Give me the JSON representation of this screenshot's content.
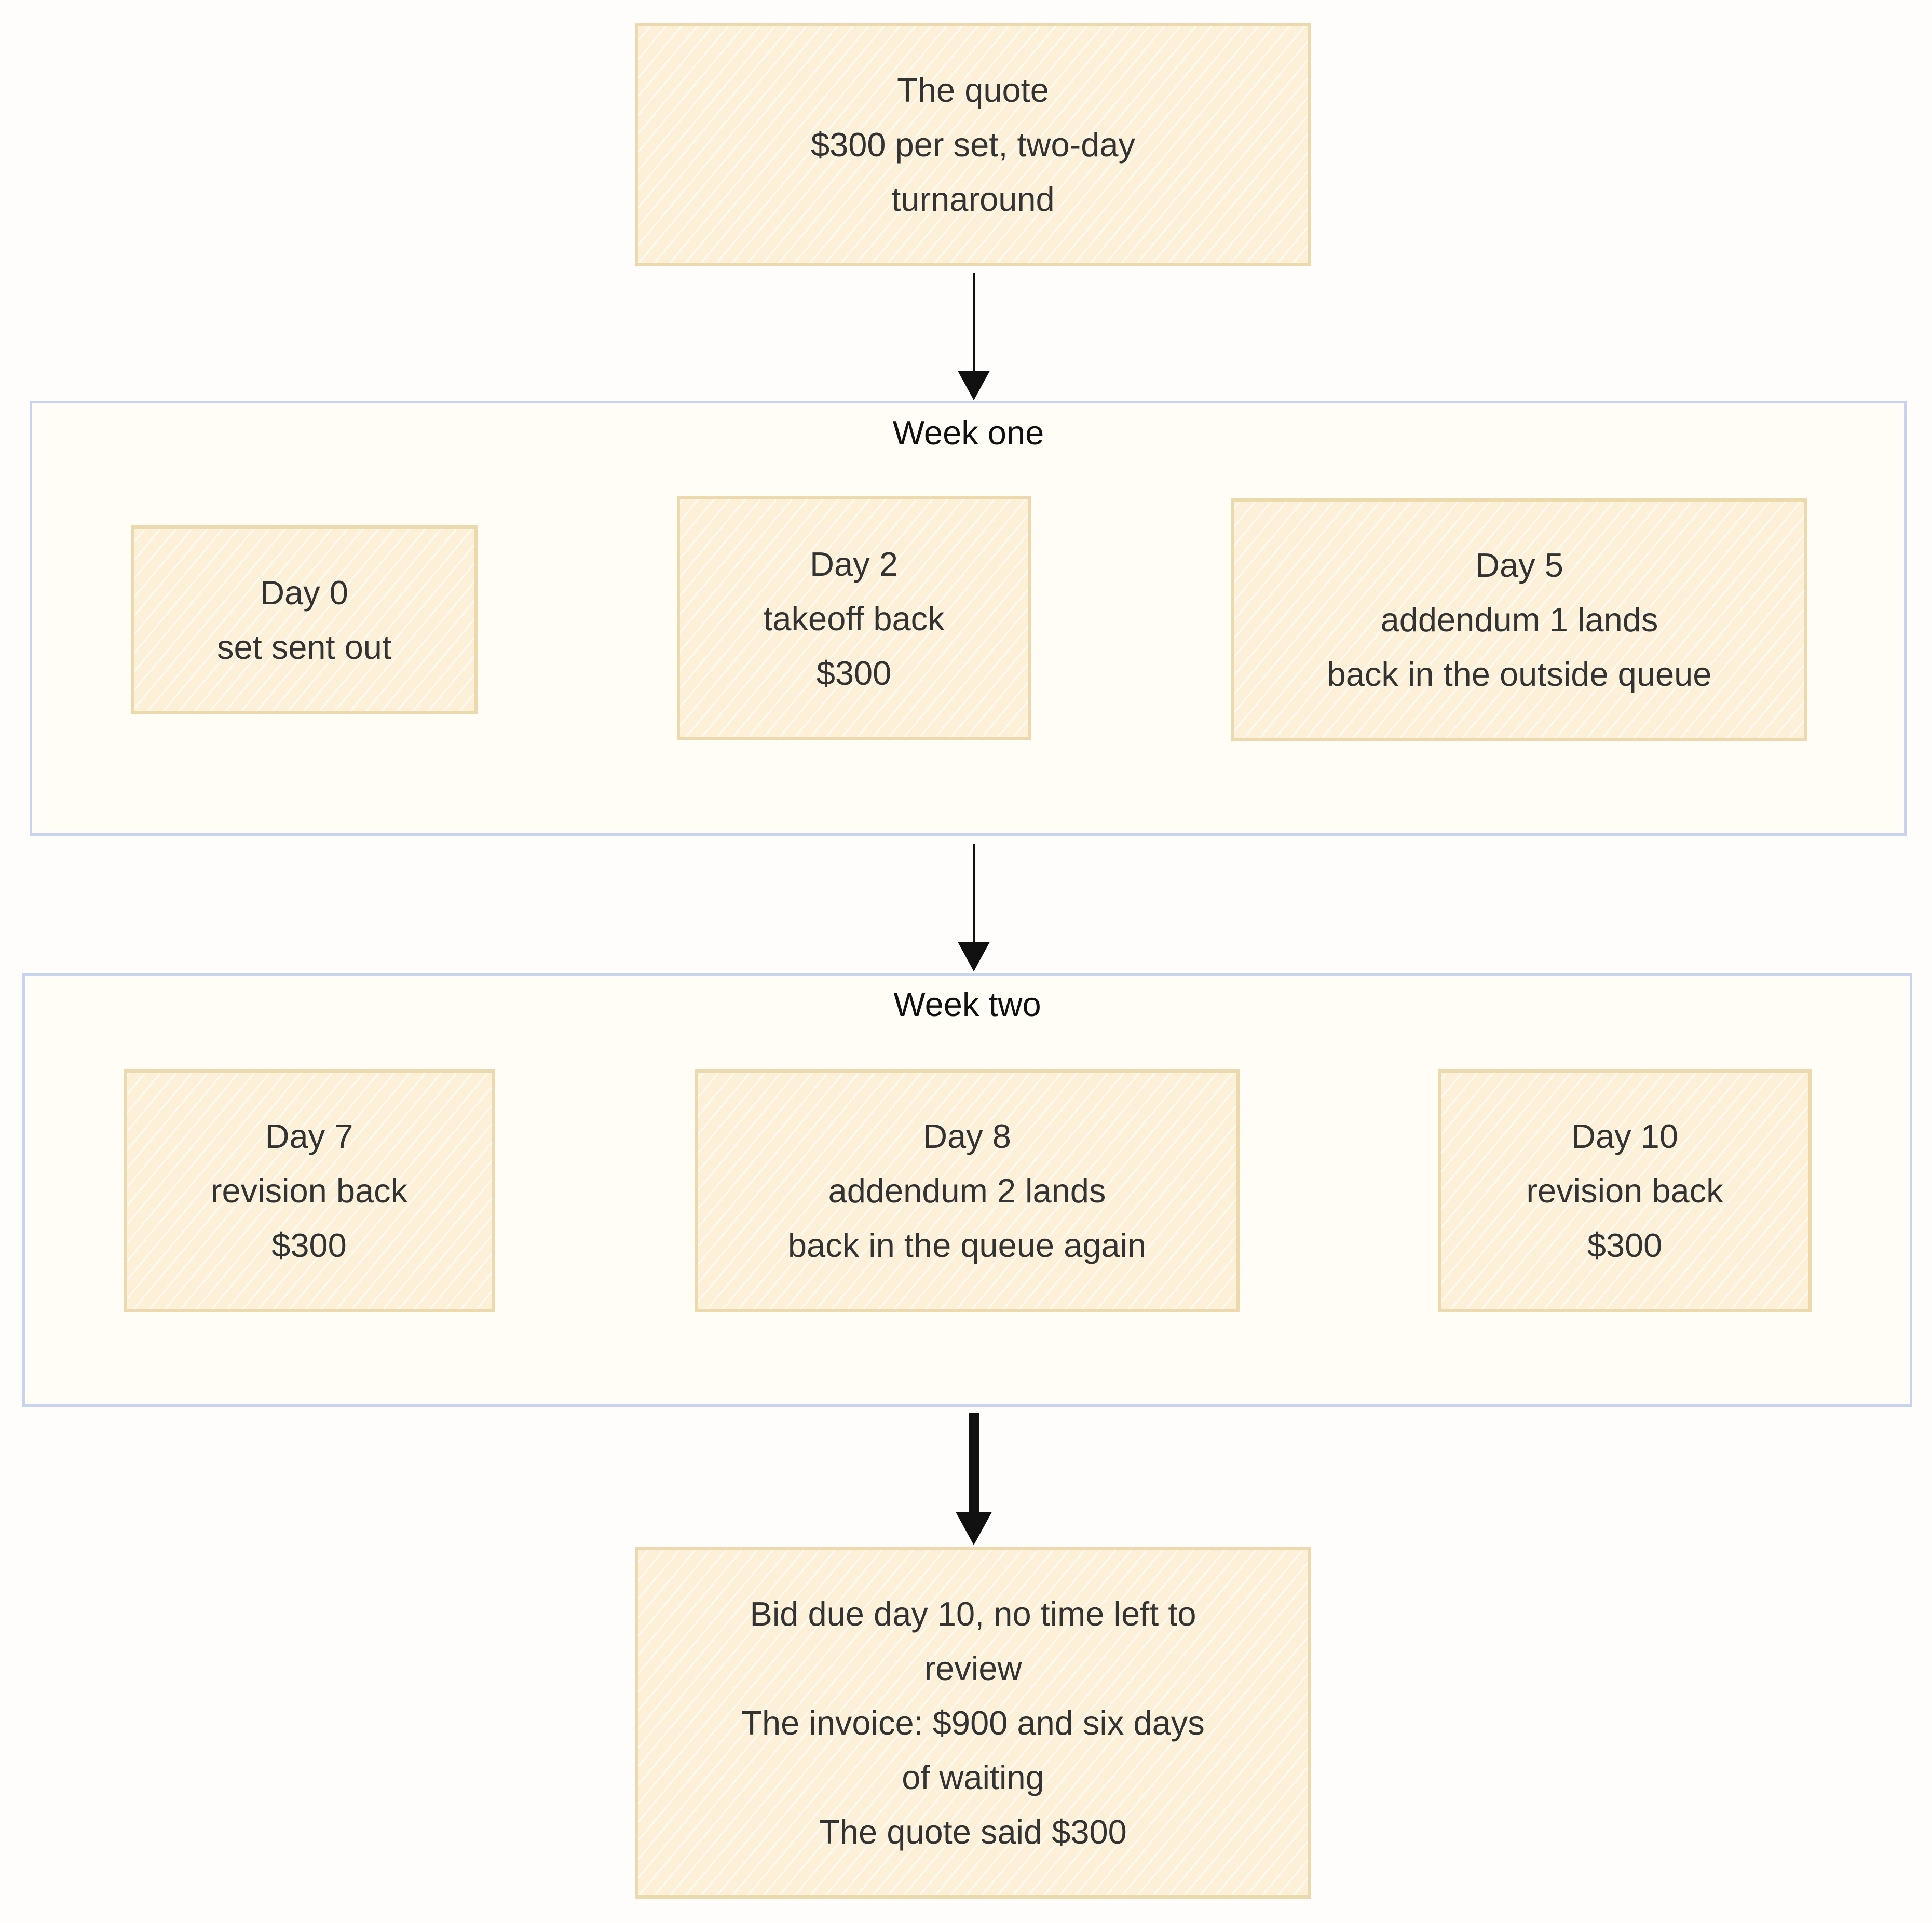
{
  "diagram": {
    "type": "flowchart",
    "start": {
      "title": "The quote",
      "lines": [
        "$300 per set, two-day",
        "turnaround"
      ]
    },
    "week_one": {
      "title": "Week one",
      "steps": [
        {
          "lines": [
            "Day 0",
            "set sent out"
          ]
        },
        {
          "lines": [
            "Day 2",
            "takeoff back",
            "$300"
          ]
        },
        {
          "lines": [
            "Day 5",
            "addendum 1 lands",
            "back in the outside queue"
          ]
        }
      ]
    },
    "week_two": {
      "title": "Week two",
      "steps": [
        {
          "lines": [
            "Day 7",
            "revision back",
            "$300"
          ]
        },
        {
          "lines": [
            "Day 8",
            "addendum 2 lands",
            "back in the queue again"
          ]
        },
        {
          "lines": [
            "Day 10",
            "revision back",
            "$300"
          ]
        }
      ]
    },
    "outcome": {
      "lines": [
        "Bid due day 10, no time left to",
        "review",
        "The invoice: $900 and six days",
        "of waiting",
        "The quote said $300"
      ]
    },
    "colors": {
      "node_fill": "#fcf1d8",
      "node_border": "#ecd9ae",
      "group_border": "#c8d4ef",
      "group_fill": "#fffdf6",
      "arrow": "#111111",
      "text": "#333333"
    }
  }
}
